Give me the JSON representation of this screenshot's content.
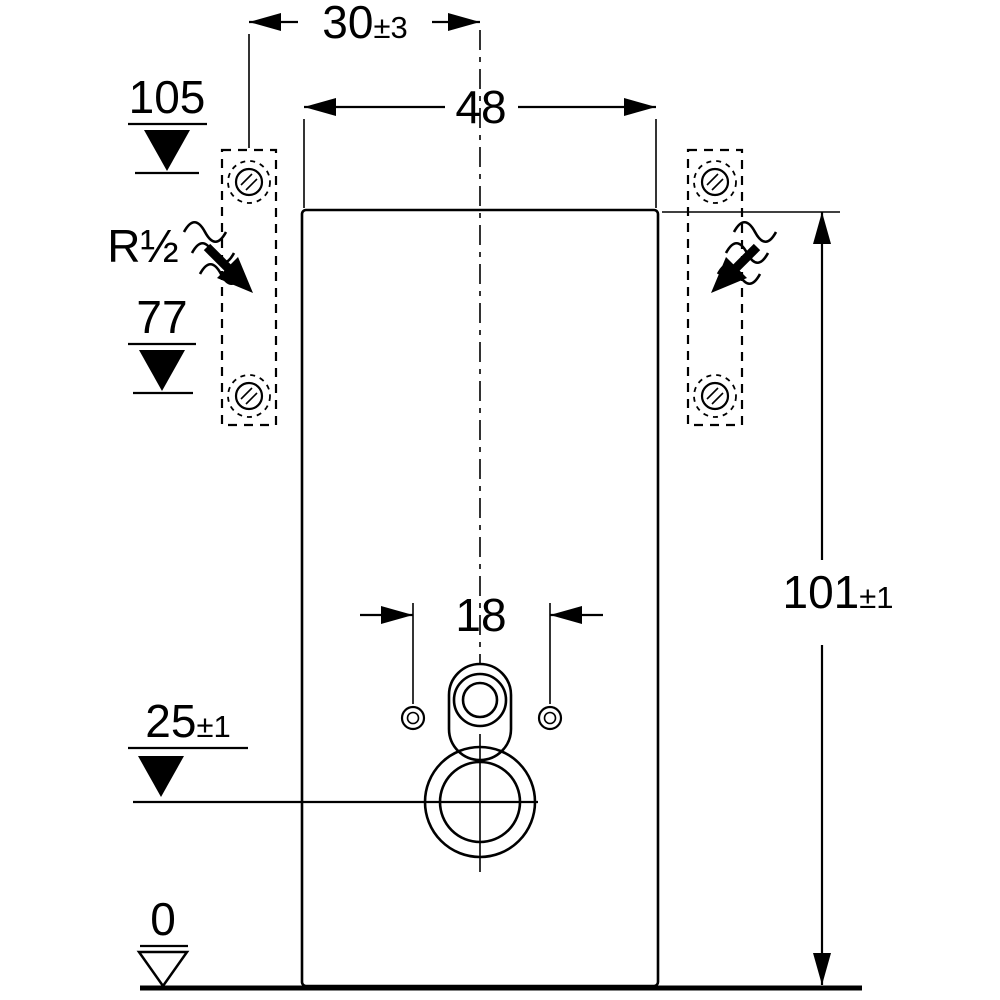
{
  "diagram": {
    "type": "technical-installation-drawing",
    "description": "Sanitary module front view with installation dimensions",
    "colors": {
      "line": "#000000",
      "background": "#ffffff"
    },
    "labels": {
      "dim_top_offset_value": "30",
      "dim_top_offset_tol": "±3",
      "dim_width": "48",
      "dim_height_value": "101",
      "dim_height_tol": "±1",
      "dim_spacing": "18",
      "level_top": "105",
      "level_mid": "77",
      "level_low_value": "25",
      "level_low_tol": "±1",
      "level_zero": "0",
      "connection_size": "R½"
    }
  }
}
